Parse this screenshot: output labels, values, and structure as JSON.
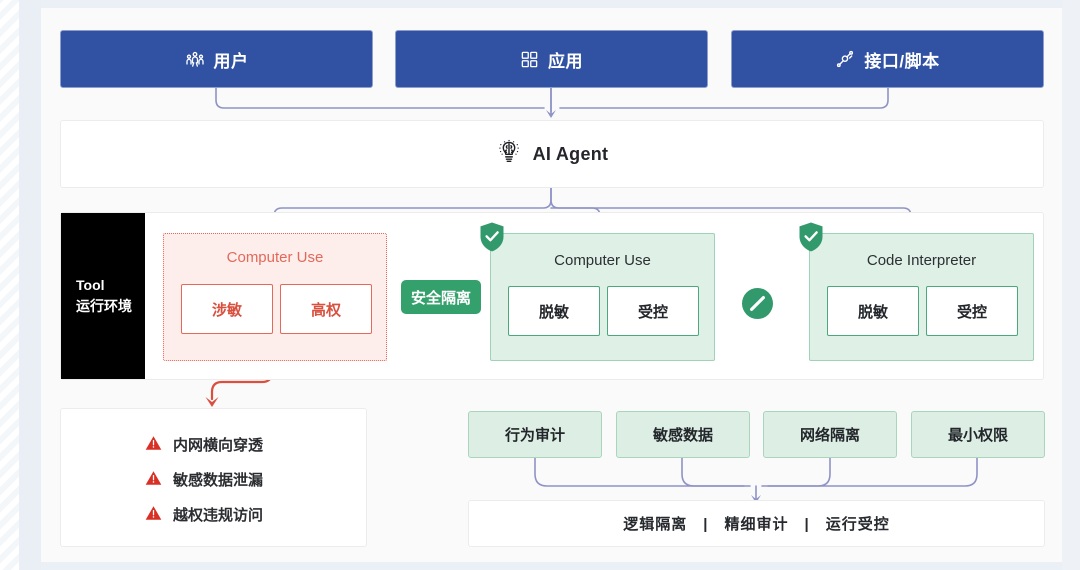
{
  "colors": {
    "header_blue": "#3151a3",
    "connector_purple": "#8e93c6",
    "risk_red": "#e2695b",
    "safe_green": "#34a06c",
    "tag_green_bg": "#ddeee5",
    "tool_tag_black": "#000000",
    "page_bg": "#eaf0f5",
    "card_bg": "#fafafa"
  },
  "entry": {
    "items": [
      {
        "icon": "users-group-icon",
        "label": "用户"
      },
      {
        "icon": "apps-grid-icon",
        "label": "应用"
      },
      {
        "icon": "api-link-icon",
        "label": "接口/脚本"
      }
    ]
  },
  "agent": {
    "icon": "brain-bulb-icon",
    "label": "AI Agent"
  },
  "tool_runtime": {
    "tag_line1": "Tool",
    "tag_line2": "运行环境",
    "risk_group": {
      "title": "Computer Use",
      "chips": [
        "涉敏",
        "高权"
      ]
    },
    "isolation_badge": "安全隔离",
    "safe_groups": [
      {
        "badge": "shield-check-icon",
        "title": "Computer Use",
        "chips": [
          "脱敏",
          "受控"
        ]
      },
      {
        "badge": "shield-check-icon",
        "title": "Code Interpreter",
        "chips": [
          "脱敏",
          "受控"
        ]
      }
    ],
    "block_icon": "prohibition-slash-icon"
  },
  "risks": {
    "items": [
      {
        "icon": "warning-triangle-icon",
        "label": "内网横向穿透"
      },
      {
        "icon": "warning-triangle-icon",
        "label": "敏感数据泄漏"
      },
      {
        "icon": "warning-triangle-icon",
        "label": "越权违规访问"
      }
    ]
  },
  "controls": {
    "tags": [
      "行为审计",
      "敏感数据",
      "网络隔离",
      "最小权限"
    ],
    "summary": "逻辑隔离　|　精细审计　|　运行受控"
  }
}
